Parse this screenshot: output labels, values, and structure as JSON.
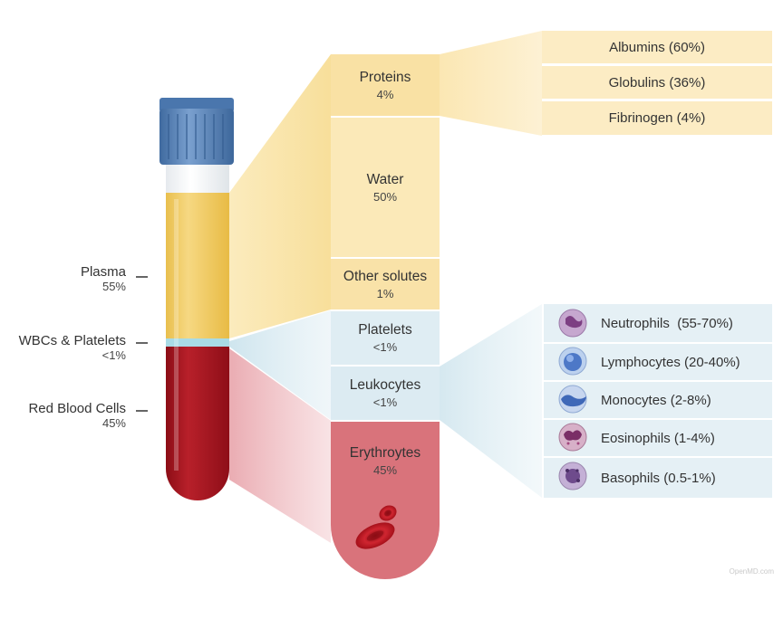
{
  "tube_labels": [
    {
      "name": "Plasma",
      "value": "55%"
    },
    {
      "name": "WBCs & Platelets",
      "value": "<1%"
    },
    {
      "name": "Red Blood Cells",
      "value": "45%"
    }
  ],
  "column_segments": [
    {
      "name": "Proteins",
      "value": "4%"
    },
    {
      "name": "Water",
      "value": "50%"
    },
    {
      "name": "Other solutes",
      "value": "1%"
    },
    {
      "name": "Platelets",
      "value": "<1%"
    },
    {
      "name": "Leukocytes",
      "value": "<1%"
    },
    {
      "name": "Erythroytes",
      "value": "45%"
    }
  ],
  "proteins_breakdown": [
    "Albumins (60%)",
    "Globulins (36%)",
    "Fibrinogen (4%)"
  ],
  "leukocytes_breakdown": [
    {
      "label": "Neutrophils  (55-70%)",
      "icon": "neutrophil-icon"
    },
    {
      "label": "Lymphocytes (20-40%)",
      "icon": "lymphocyte-icon"
    },
    {
      "label": "Monocytes (2-8%)",
      "icon": "monocyte-icon"
    },
    {
      "label": "Eosinophils (1-4%)",
      "icon": "eosinophil-icon"
    },
    {
      "label": "Basophils (0.5-1%)",
      "icon": "basophil-icon"
    }
  ],
  "credit": "OpenMD.com",
  "colors": {
    "plasma": "#f2cf6a",
    "plasma_panel": "#fcebc0",
    "buffy": "#a9dbe6",
    "wbc_panel": "#dcebf2",
    "red_cells": "#a8141f",
    "red_panel": "#d9737b",
    "cap": "#5b86b8"
  }
}
